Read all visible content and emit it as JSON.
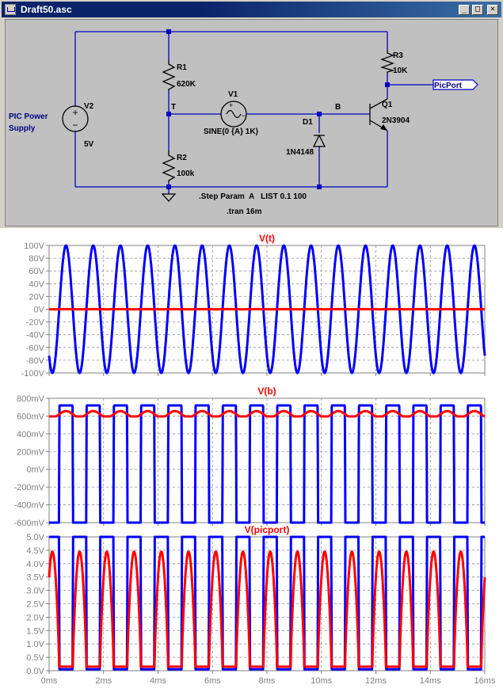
{
  "window": {
    "title": "Draft50.asc",
    "buttons": {
      "minimize": "_",
      "maximize": "□",
      "close": "×"
    }
  },
  "schematic": {
    "net_color": "#0000c0",
    "label_color": "#000080",
    "components": {
      "R1": {
        "ref": "R1",
        "value": "620K"
      },
      "R2": {
        "ref": "R2",
        "value": "100k"
      },
      "R3": {
        "ref": "R3",
        "value": "10K"
      },
      "V1": {
        "ref": "V1",
        "value": "SINE(0 {A} 1K)"
      },
      "V2": {
        "ref": "V2",
        "value": "5V"
      },
      "D1": {
        "ref": "D1",
        "value": "1N4148"
      },
      "Q1": {
        "ref": "Q1",
        "value": "2N3904"
      }
    },
    "net_labels": {
      "T": "T",
      "B": "B",
      "picport": "PicPort"
    },
    "comment_lines": [
      "PIC Power",
      "Supply"
    ],
    "directives": [
      ".Step Param  A   LIST 0.1 100",
      ".tran 16m"
    ]
  },
  "plots": {
    "x_ticks": [
      "0ms",
      "2ms",
      "4ms",
      "6ms",
      "8ms",
      "10ms",
      "12ms",
      "14ms",
      "16ms"
    ],
    "panels": [
      {
        "title": "V(t)",
        "y_ticks": [
          "100V",
          "80V",
          "60V",
          "40V",
          "20V",
          "0V",
          "-20V",
          "-40V",
          "-60V",
          "-80V",
          "-100V"
        ]
      },
      {
        "title": "V(b)",
        "y_ticks": [
          "800mV",
          "600mV",
          "400mV",
          "200mV",
          "0mV",
          "-200mV",
          "-400mV",
          "-600mV"
        ]
      },
      {
        "title": "V(picport)",
        "y_ticks": [
          "5.0V",
          "4.5V",
          "4.0V",
          "3.5V",
          "3.0V",
          "2.5V",
          "2.0V",
          "1.5V",
          "1.0V",
          "0.5V",
          "0.0V"
        ]
      }
    ],
    "colors": {
      "blue": "#0000ff",
      "red": "#ff0000",
      "title": "#ff0000",
      "axis": "#808080"
    }
  },
  "chart_data": [
    {
      "type": "line",
      "title": "V(t)",
      "xlabel": "",
      "ylabel": "",
      "xlim": [
        0,
        16
      ],
      "ylim": [
        -100,
        100
      ],
      "x_unit": "ms",
      "y_unit": "V",
      "grid": true,
      "series": [
        {
          "color": "#0000ff",
          "kind": "sine",
          "amplitude": 100,
          "frequency_khz": 1,
          "offset": 0
        },
        {
          "color": "#ff0000",
          "kind": "sine",
          "amplitude": 0.1,
          "frequency_khz": 1,
          "offset": 0
        }
      ]
    },
    {
      "type": "line",
      "title": "V(b)",
      "xlabel": "",
      "ylabel": "",
      "xlim": [
        0,
        16
      ],
      "ylim": [
        -0.6,
        0.8
      ],
      "x_unit": "ms",
      "y_unit": "V",
      "grid": true,
      "series": [
        {
          "color": "#0000ff",
          "kind": "clipped",
          "high": 0.72,
          "low": -0.62,
          "frequency_khz": 1
        },
        {
          "color": "#ff0000",
          "kind": "ripple",
          "base": 0.62,
          "ripple": 0.04,
          "frequency_khz": 1
        }
      ]
    },
    {
      "type": "line",
      "title": "V(picport)",
      "xlabel": "",
      "ylabel": "",
      "xlim": [
        0,
        16
      ],
      "ylim": [
        0,
        5
      ],
      "x_unit": "ms",
      "y_unit": "V",
      "grid": true,
      "series": [
        {
          "color": "#0000ff",
          "kind": "square",
          "high": 5.0,
          "low": 0.05,
          "frequency_khz": 1
        },
        {
          "color": "#ff0000",
          "kind": "half-sine",
          "high": 4.45,
          "low": 0.15,
          "frequency_khz": 1
        }
      ]
    }
  ]
}
